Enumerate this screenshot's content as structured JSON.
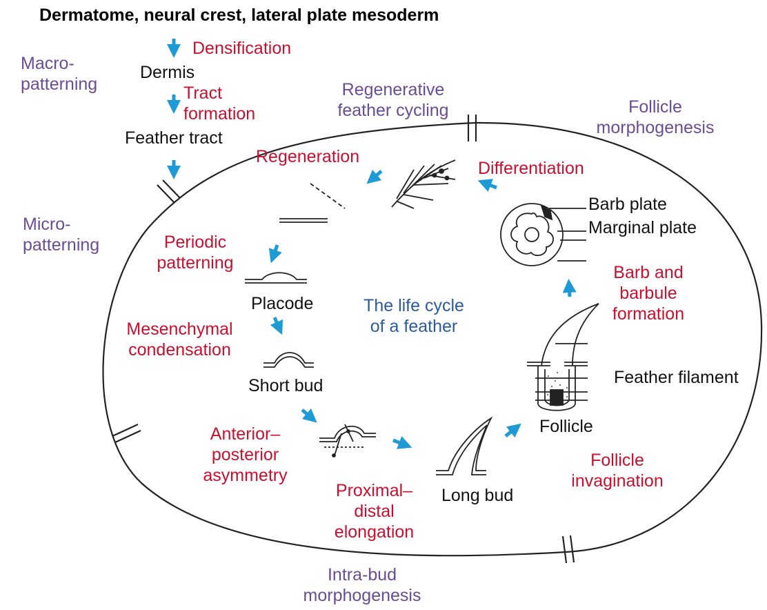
{
  "title": "Dermatome, neural crest, lateral plate mesoderm",
  "center_label": [
    "The life cycle",
    "of a feather"
  ],
  "phases": {
    "macro": [
      "Macro-",
      "patterning"
    ],
    "micro": [
      "Micro-",
      "patterning"
    ],
    "regen_cycling": [
      "Regenerative",
      "feather cycling"
    ],
    "follicle_morph": [
      "Follicle",
      "morphogenesis"
    ],
    "intra_bud": [
      "Intra-bud",
      "morphogenesis"
    ]
  },
  "processes": {
    "densification": "Densification",
    "tract_formation": [
      "Tract",
      "formation"
    ],
    "regeneration": "Regeneration",
    "differentiation": "Differentiation",
    "periodic_patterning": [
      "Periodic",
      "patterning"
    ],
    "mesenchymal_condensation": [
      "Mesenchymal",
      "condensation"
    ],
    "ap_asymmetry": [
      "Anterior–",
      "posterior",
      "asymmetry"
    ],
    "pd_elongation": [
      "Proximal–",
      "distal",
      "elongation"
    ],
    "follicle_invagination": [
      "Follicle",
      "invagination"
    ],
    "barb_formation": [
      "Barb and",
      "barbule",
      "formation"
    ]
  },
  "structures": {
    "dermis": "Dermis",
    "feather_tract": "Feather tract",
    "placode": "Placode",
    "short_bud": "Short bud",
    "long_bud": "Long bud",
    "follicle": "Follicle",
    "feather_filament": "Feather filament",
    "barb_plate": "Barb plate",
    "marginal_plate": "Marginal plate"
  },
  "colors": {
    "arrow": "#1e9ad6",
    "process": "#c8102e",
    "phase": "#6a4c93",
    "center": "#2a5aa0",
    "structure": "#111111"
  }
}
